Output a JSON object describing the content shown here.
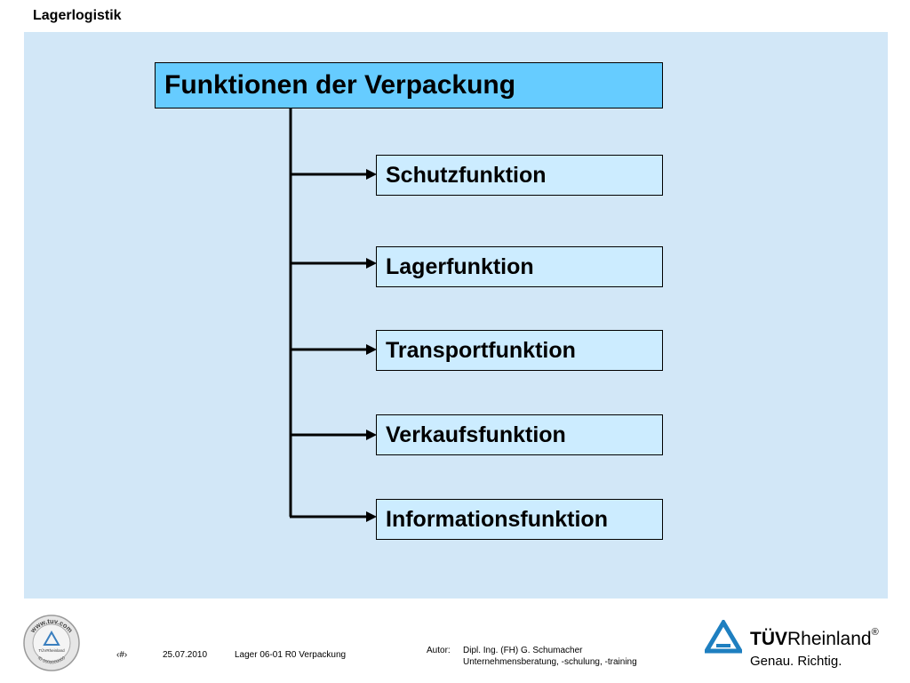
{
  "header": {
    "title": "Lagerlogistik"
  },
  "diagram": {
    "title": "Funktionen der Verpackung",
    "functions": [
      "Schutzfunktion",
      "Lagerfunktion",
      "Transportfunktion",
      "Verkaufsfunktion",
      "Informationsfunktion"
    ]
  },
  "footer": {
    "slide_number": "‹#›",
    "date": "25.07.2010",
    "document": "Lager 06-01 R0 Verpackung",
    "author_label": "Autor:",
    "author_name": "Dipl. Ing. (FH) G. Schumacher",
    "author_role": "Unternehmensberatung, -schulung, -training",
    "seal_url_text": "www.tuv.com",
    "seal_brand": "TÜVRheinland",
    "seal_id": "ID 0000000000",
    "brand_bold": "TÜV",
    "brand_regular": "Rheinland",
    "brand_registered": "®",
    "tagline": "Genau. Richtig."
  },
  "colors": {
    "panel": "#d2e7f7",
    "title_box": "#66ccff",
    "function_box": "#ccecff",
    "logo_blue": "#1e7fc0"
  }
}
